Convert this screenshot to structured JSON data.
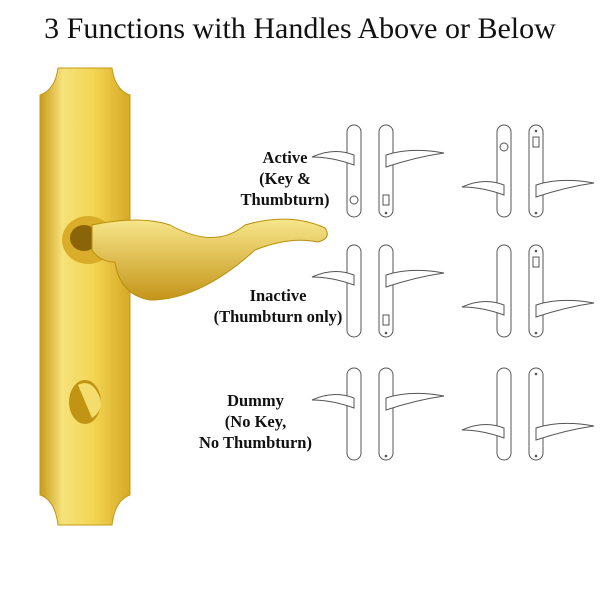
{
  "title": "3 Functions with Handles Above or Below",
  "functions": [
    {
      "name": "Active",
      "detail": [
        "(Key & Thumbturn)"
      ],
      "key": true,
      "thumbturn": true
    },
    {
      "name": "Inactive",
      "detail": [
        "(Thumbturn only)"
      ],
      "key": false,
      "thumbturn": true
    },
    {
      "name": "Dummy",
      "detail": [
        "(No Key,",
        "No Thumbturn)"
      ],
      "key": false,
      "thumbturn": false
    }
  ],
  "colors": {
    "gold": "#e8c53a",
    "gold_light": "#f8e98a",
    "gold_dark": "#b98f10",
    "line": "#555555"
  }
}
